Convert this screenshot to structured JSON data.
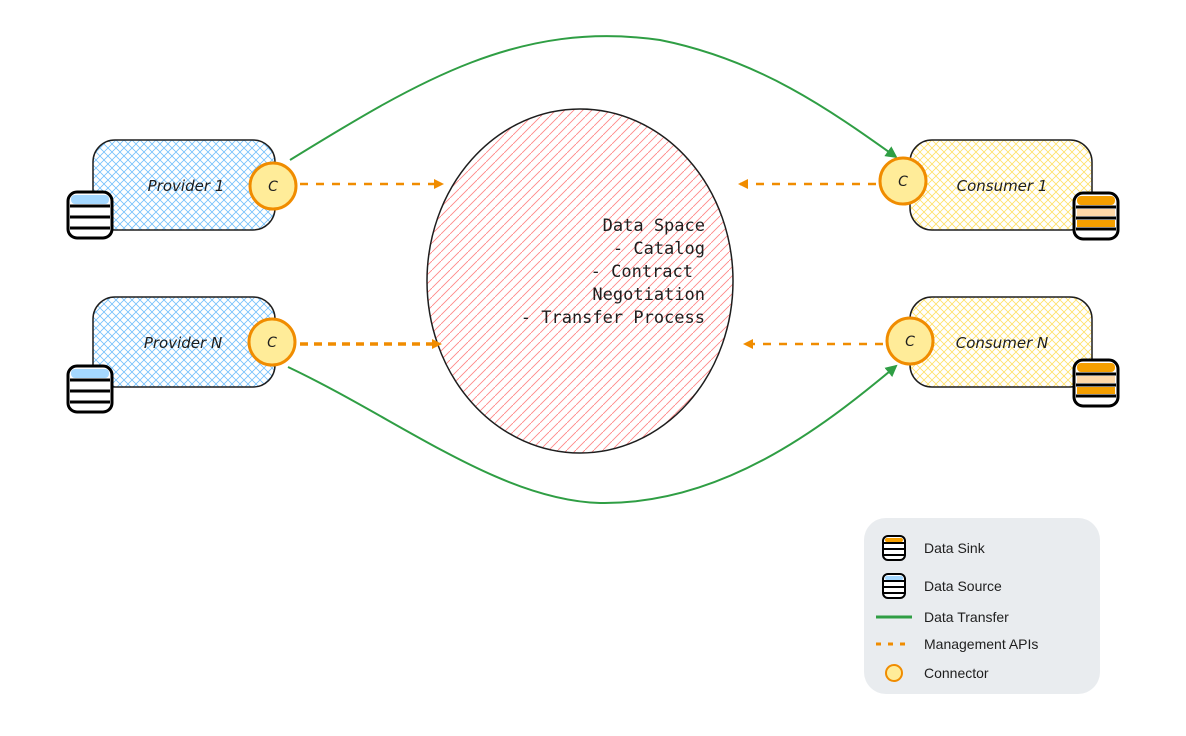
{
  "data_space": {
    "lines": [
      "Data Space",
      "- Catalog",
      "- Contract",
      "Negotiation",
      "- Transfer Process"
    ]
  },
  "providers": [
    {
      "label": "Provider 1"
    },
    {
      "label": "Provider N"
    }
  ],
  "consumers": [
    {
      "label": "Consumer 1"
    },
    {
      "label": "Consumer N"
    }
  ],
  "connector_label": "C",
  "legend": {
    "data_sink": "Data Sink",
    "data_source": "Data Source",
    "data_transfer": "Data Transfer",
    "management_apis": "Management APIs",
    "connector": "Connector"
  },
  "colors": {
    "provider_fill": "#a5d8ff",
    "consumer_fill": "#ffec99",
    "data_space_fill": "#ffc9c9",
    "connector_stroke": "#f08c00",
    "connector_fill": "#ffec99",
    "transfer_line": "#2f9e44",
    "management_line": "#f08c00",
    "source_db": "#a5d8ff",
    "sink_db": "#f59f00"
  }
}
